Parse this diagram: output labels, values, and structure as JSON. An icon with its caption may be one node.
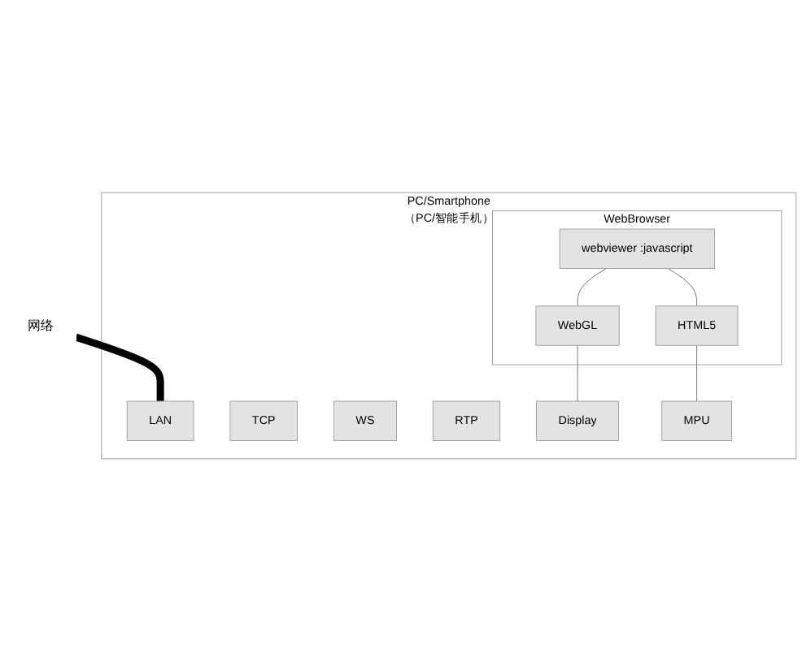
{
  "diagram": {
    "nodes": [
      {
        "text": [
          "PC/Smartphone",
          "（PC/智能手机）"
        ]
      },
      {
        "text": [
          "LAN"
        ],
        "in": 0
      },
      {
        "text": [
          "TCP"
        ],
        "in": 0
      },
      {
        "text": [
          "WS"
        ],
        "in": 0
      },
      {
        "text": [
          "RTP"
        ],
        "in": 0
      },
      {
        "text": [
          "WebBrowser"
        ],
        "in": 0
      },
      {
        "text": [
          "webviewer :javascript"
        ],
        "in": 5
      },
      {
        "text": [
          "WebGL"
        ],
        "in": 5
      },
      {
        "text": [
          "HTML5"
        ],
        "in": 5
      },
      {
        "text": [
          "Display"
        ],
        "in": 0
      },
      {
        "text": [
          "MPU"
        ],
        "in": 0
      },
      {
        "text": [
          "网络"
        ]
      }
    ],
    "edges": [
      {
        "from": 11,
        "to": 1,
        "arrow": "none",
        "style": "thick",
        "color": "#000000"
      },
      {
        "from": 6,
        "to": 7,
        "arrow": "none"
      },
      {
        "from": 6,
        "to": 8,
        "arrow": "none"
      },
      {
        "from": 7,
        "to": 9,
        "arrow": "none"
      },
      {
        "from": 8,
        "to": 10,
        "arrow": "none"
      }
    ]
  }
}
